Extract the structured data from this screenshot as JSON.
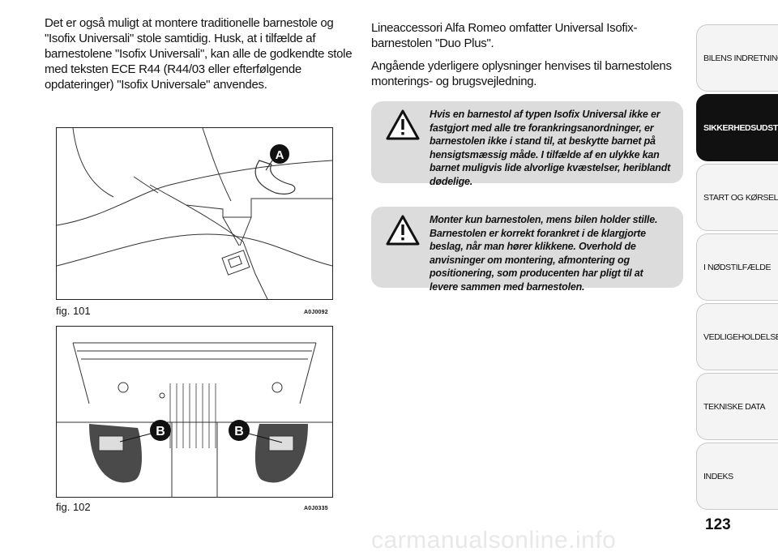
{
  "left_column": {
    "paragraph": "Det er også muligt at montere traditionelle barnestole og \"Isofix Universali\" stole samtidig. Husk, at i tilfælde af barnestolene \"Isofix Universali\", kan alle de godkendte stole med teksten ECE R44 (R44/03 eller efterfølgende opdateringer) \"Isofix Universale\" anvendes."
  },
  "right_column": {
    "paragraph1": "Lineaccessori Alfa Romeo omfatter Universal Isofix-barnestolen \"Duo Plus\".",
    "paragraph2": "Angående yderligere oplysninger henvises til barnestolens monterings- og brugsvejledning."
  },
  "warnings": [
    {
      "text": "Hvis en barnestol af typen Isofix Universal ikke er fastgjort med alle tre forankringsanordninger, er barnestolen ikke i stand til, at beskytte barnet på hensigtsmæssig måde. I tilfælde af en ulykke kan barnet muligvis lide alvorlige kvæstelser, heriblandt dødelige.",
      "icon": "warning-triangle-icon"
    },
    {
      "text": "Monter kun barnestolen, mens bilen holder stille. Barnestolen er korrekt forankret i de klargjorte beslag, når man hører klikkene. Overhold de anvisninger om montering, afmontering og positionering, som producenten har pligt til at levere sammen med barnestolen.",
      "icon": "warning-triangle-icon"
    }
  ],
  "figures": [
    {
      "caption": "fig. 101",
      "code": "A0J0092",
      "label": "A"
    },
    {
      "caption": "fig. 102",
      "code": "A0J0335",
      "label": "B"
    }
  ],
  "side_tabs": [
    {
      "label": "BILENS INDRETNING",
      "active": false
    },
    {
      "label": "SIKKERHEDSUDSTYR",
      "active": true
    },
    {
      "label": "START OG KØRSEL",
      "active": false
    },
    {
      "label": "I NØDSTILFÆLDE",
      "active": false
    },
    {
      "label": "VEDLIGEHOLDELSE",
      "active": false
    },
    {
      "label": "TEKNISKE DATA",
      "active": false
    },
    {
      "label": "INDEKS",
      "active": false
    }
  ],
  "page_number": "123",
  "watermark": "carmanualsonline.info",
  "colors": {
    "warning_bg": "#dcdcdc",
    "active_tab": "#111111",
    "tab_bg": "#f4f4f4"
  }
}
